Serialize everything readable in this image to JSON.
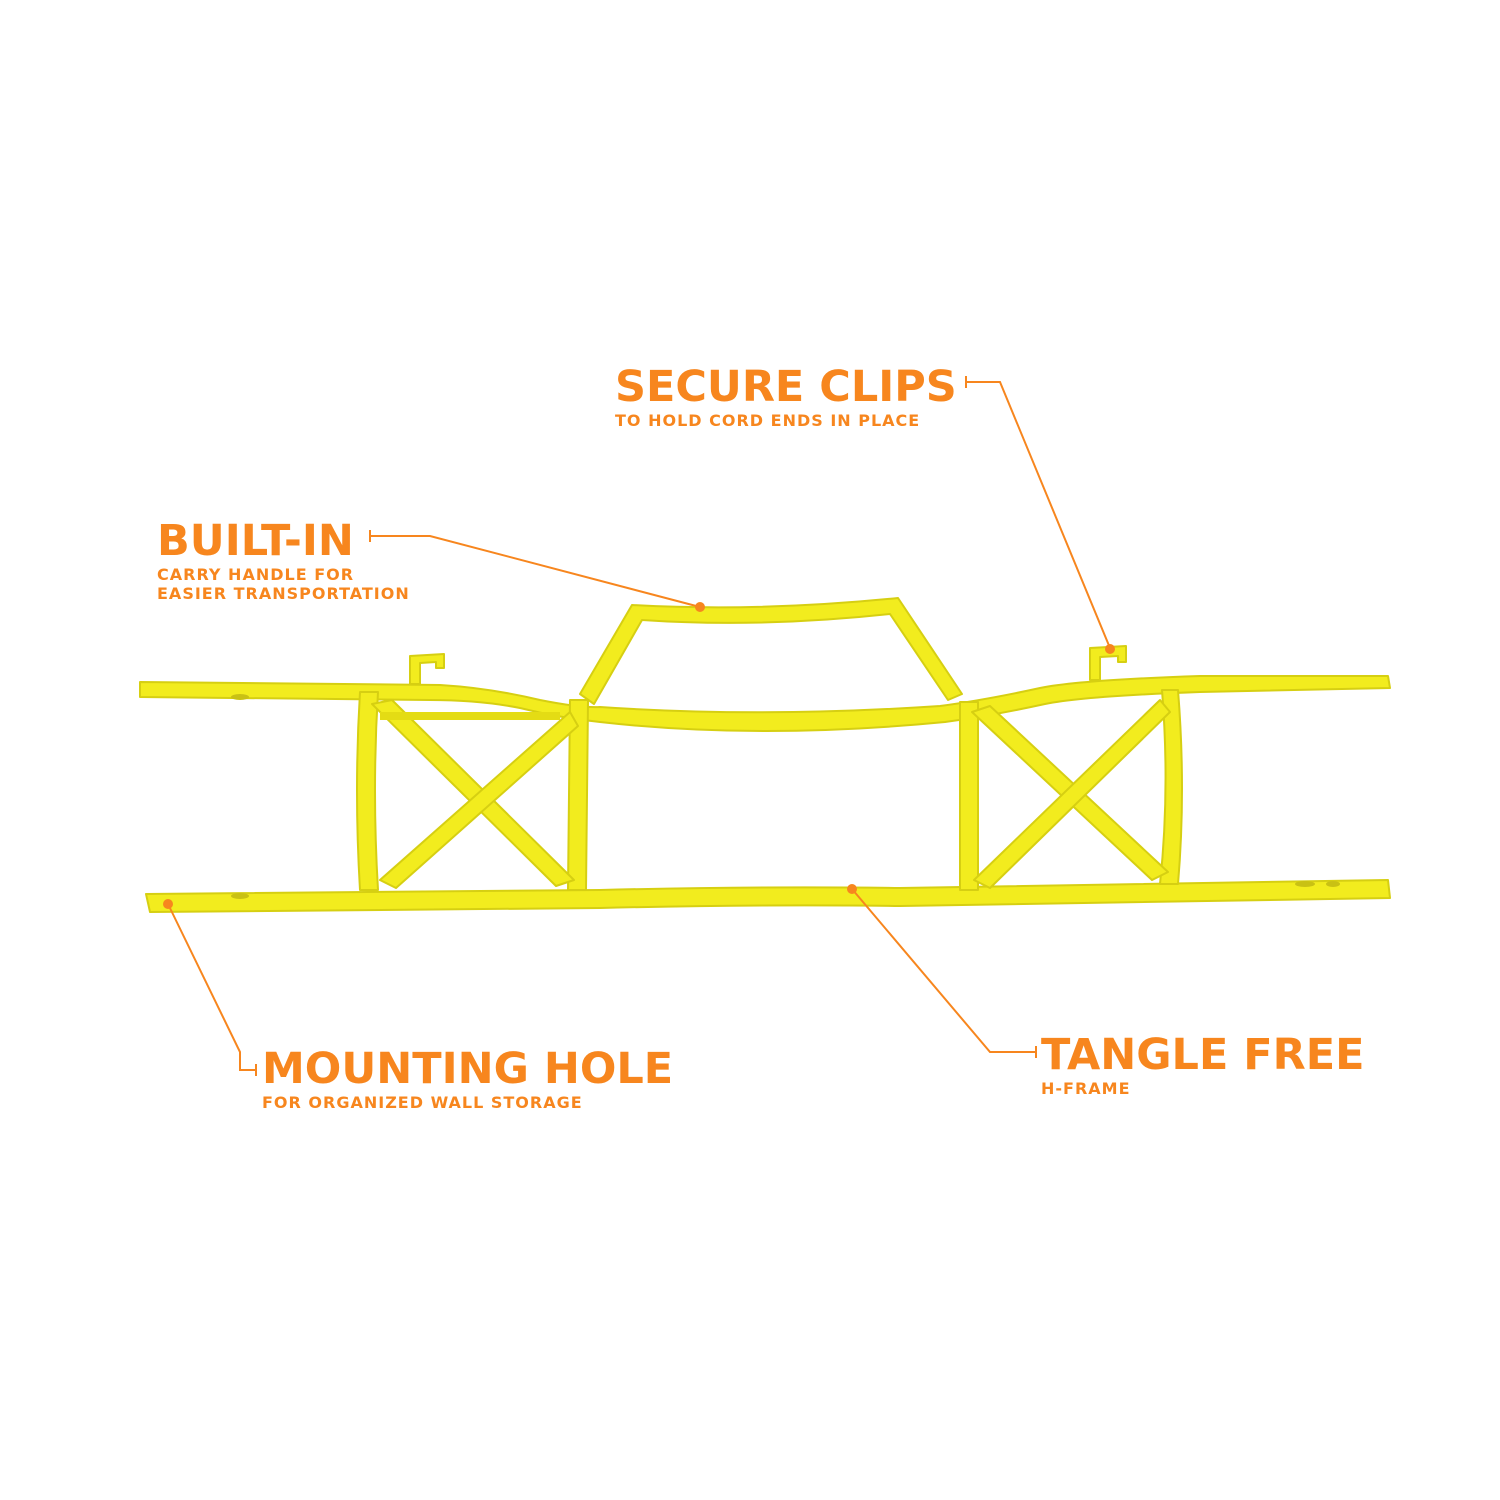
{
  "callouts": {
    "secure_clips": {
      "title": "SECURE CLIPS",
      "subtitle": "TO HOLD CORD ENDS IN PLACE"
    },
    "built_in": {
      "title": "BUILT-IN",
      "subtitle_line1": "CARRY HANDLE FOR",
      "subtitle_line2": "EASIER TRANSPORTATION"
    },
    "mounting_hole": {
      "title": "MOUNTING HOLE",
      "subtitle": "FOR ORGANIZED WALL STORAGE"
    },
    "tangle_free": {
      "title": "TANGLE FREE",
      "subtitle": "H-FRAME"
    }
  },
  "colors": {
    "accent": "#F7861E",
    "product_yellow": "#F2EC1E",
    "product_shadow": "#C9C114",
    "background": "#FFFFFF"
  }
}
